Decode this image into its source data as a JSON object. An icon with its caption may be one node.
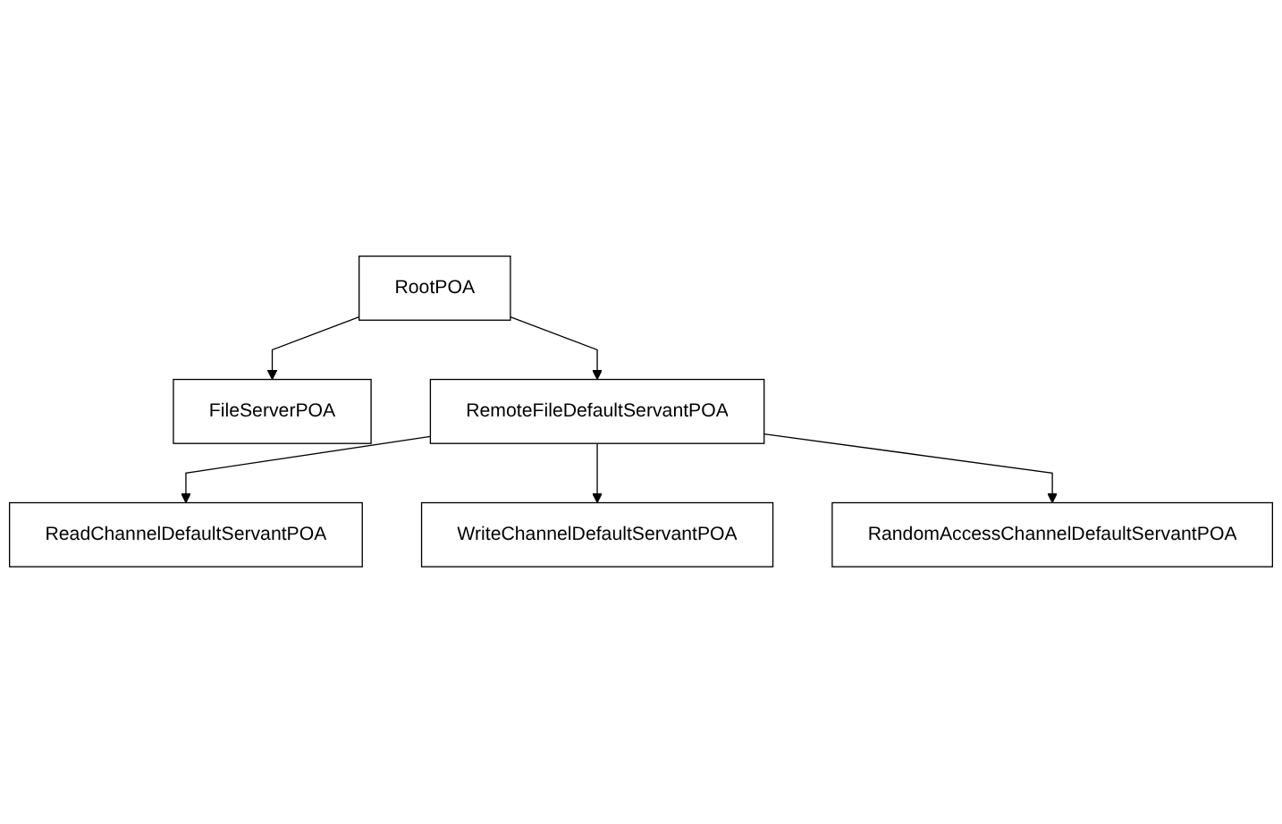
{
  "diagram": {
    "nodes": [
      {
        "text": [
          "RootPOA"
        ]
      },
      {
        "text": [
          "FileServerPOA"
        ]
      },
      {
        "text": [
          "RemoteFileDefaultServantPOA"
        ]
      },
      {
        "text": [
          "ReadChannelDefaultServantPOA"
        ]
      },
      {
        "text": [
          "WriteChannelDefaultServantPOA"
        ]
      },
      {
        "text": [
          "RandomAccessChannelDefaultServantPOA"
        ]
      }
    ],
    "edges": [
      {
        "from": 0,
        "to": 1,
        "arrow": "to"
      },
      {
        "from": 0,
        "to": 2,
        "arrow": "to"
      },
      {
        "from": 2,
        "to": 3,
        "arrow": "to"
      },
      {
        "from": 2,
        "to": 4,
        "arrow": "to"
      },
      {
        "from": 2,
        "to": 5,
        "arrow": "to"
      }
    ]
  }
}
